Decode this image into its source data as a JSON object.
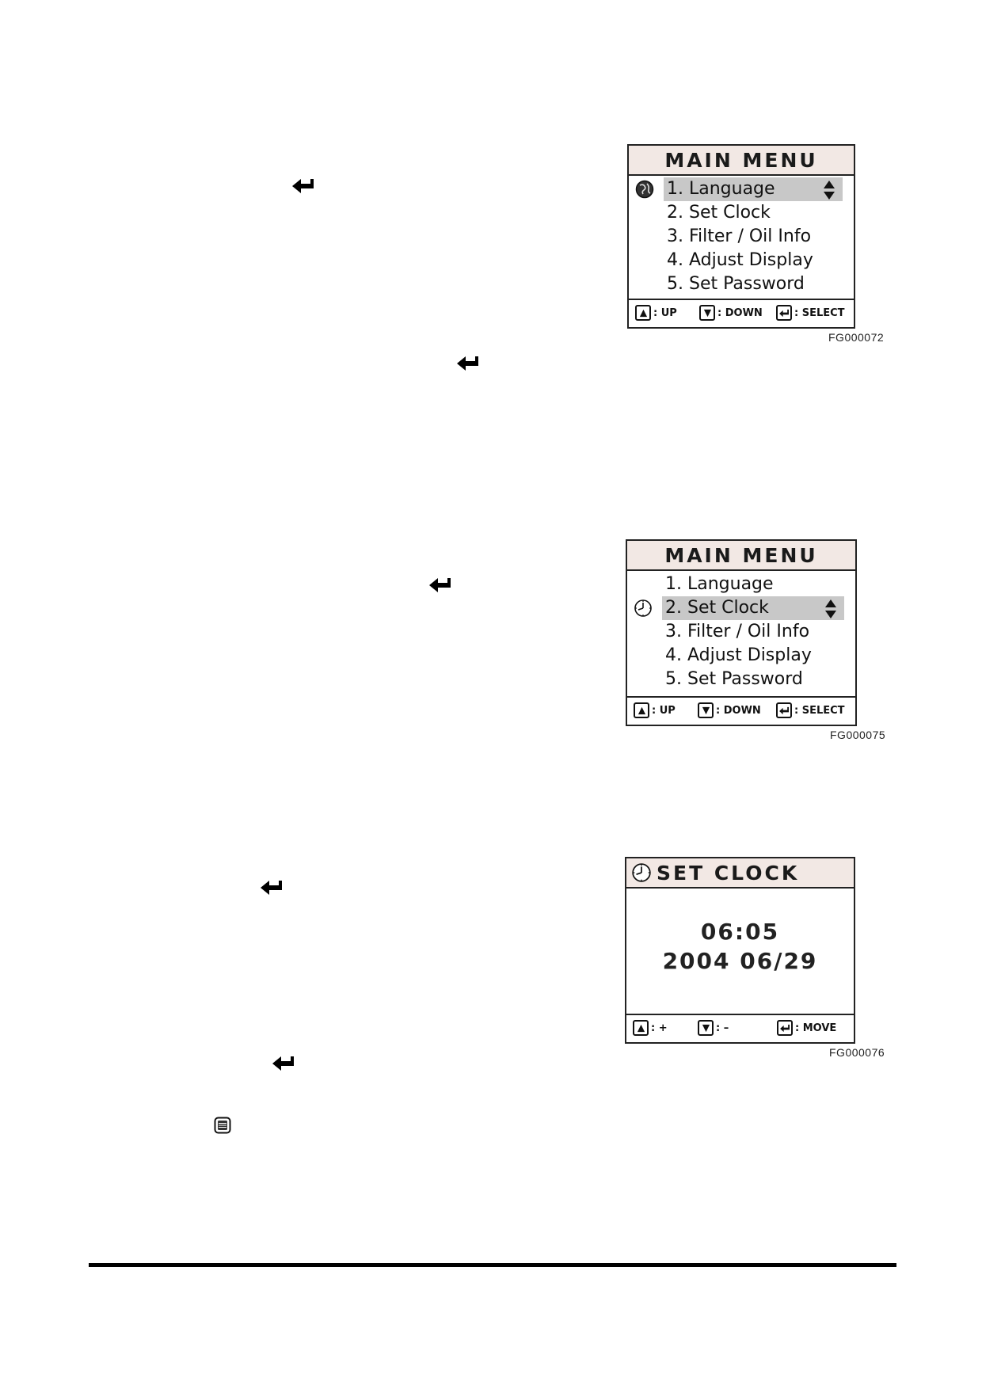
{
  "panels": {
    "menu1": {
      "title": "MAIN MENU",
      "items": [
        "1. Language",
        "2. Set Clock",
        "3. Filter / Oil Info",
        "4. Adjust Display",
        "5. Set Password"
      ],
      "selected_index": 0,
      "selected_icon": "globe-icon",
      "footer": {
        "up": ": UP",
        "down": ": DOWN",
        "select": ": SELECT"
      },
      "fig_code": "FG000072"
    },
    "menu2": {
      "title": "MAIN MENU",
      "items": [
        "1. Language",
        "2. Set Clock",
        "3. Filter / Oil Info",
        "4. Adjust Display",
        "5. Set Password"
      ],
      "selected_index": 1,
      "selected_icon": "clock-icon",
      "footer": {
        "up": ": UP",
        "down": ": DOWN",
        "select": ": SELECT"
      },
      "fig_code": "FG000075"
    },
    "set_clock": {
      "title": "SET CLOCK",
      "time": "06:05",
      "date": "2004 06/29",
      "footer": {
        "plus": ": +",
        "minus": ": –",
        "move": ": MOVE"
      },
      "fig_code": "FG000076"
    }
  },
  "colors": {
    "title_bg": "#f2e8e4",
    "selection": "#c8c8c8"
  }
}
